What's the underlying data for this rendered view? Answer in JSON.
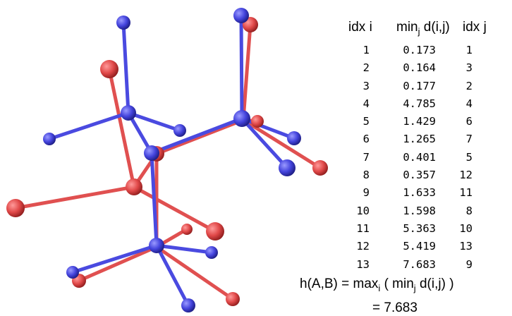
{
  "header": {
    "col_i": "idx i",
    "col_min_prefix": "min",
    "col_min_sub": "j",
    "col_min_suffix": " d(i,j)",
    "col_j": "idx j"
  },
  "rows": [
    {
      "i": "1",
      "d": "0.173",
      "j": "1"
    },
    {
      "i": "2",
      "d": "0.164",
      "j": "3"
    },
    {
      "i": "3",
      "d": "0.177",
      "j": "2"
    },
    {
      "i": "4",
      "d": "4.785",
      "j": "4"
    },
    {
      "i": "5",
      "d": "1.429",
      "j": "6"
    },
    {
      "i": "6",
      "d": "1.265",
      "j": "7"
    },
    {
      "i": "7",
      "d": "0.401",
      "j": "5"
    },
    {
      "i": "8",
      "d": "0.357",
      "j": "12"
    },
    {
      "i": "9",
      "d": "1.633",
      "j": "11"
    },
    {
      "i": "10",
      "d": "1.598",
      "j": "8"
    },
    {
      "i": "11",
      "d": "5.363",
      "j": "10"
    },
    {
      "i": "12",
      "d": "5.419",
      "j": "13"
    },
    {
      "i": "13",
      "d": "7.683",
      "j": "9"
    }
  ],
  "formula": {
    "p1": "h(A,B) = max",
    "s1": "i",
    "p2": " ( min",
    "s2": "j",
    "p3": " d(i,j) )"
  },
  "result": "= 7.683",
  "colors": {
    "red_molecule": "#e05050",
    "blue_molecule": "#4a4ae0"
  }
}
